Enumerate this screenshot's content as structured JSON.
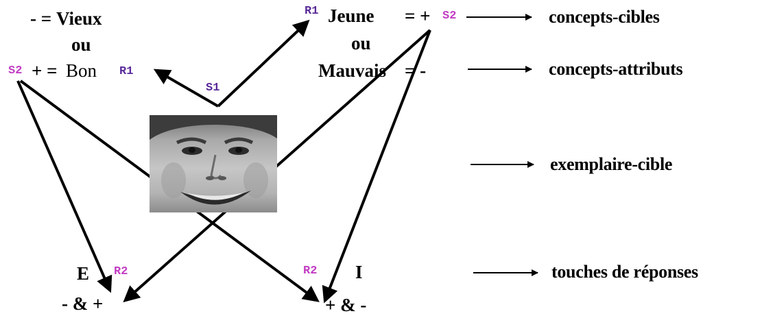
{
  "left_block": {
    "minus_eq": "- =",
    "vieux": "Vieux",
    "ou": "ou",
    "s2": "S2",
    "plus_eq": "+ =",
    "bon": "Bon",
    "r1": "R1"
  },
  "center": {
    "s1": "S1"
  },
  "right_block": {
    "r1": "R1",
    "jeune": "Jeune",
    "eq_plus": "= +",
    "s2": "S2",
    "ou": "ou",
    "mauvais": "Mauvais",
    "eq_minus": "= -"
  },
  "bottom_left": {
    "key": "E",
    "r2": "R2",
    "signs": "- & +"
  },
  "bottom_right": {
    "r2": "R2",
    "key": "I",
    "signs": "+ & -"
  },
  "legend": {
    "items": [
      "concepts-cibles",
      "concepts-attributs",
      "exemplaire-cible",
      "touches de réponses"
    ]
  },
  "colors": {
    "magenta_code": "#c23cc2",
    "purple_code": "#5a2a9a",
    "ink": "#000000"
  }
}
